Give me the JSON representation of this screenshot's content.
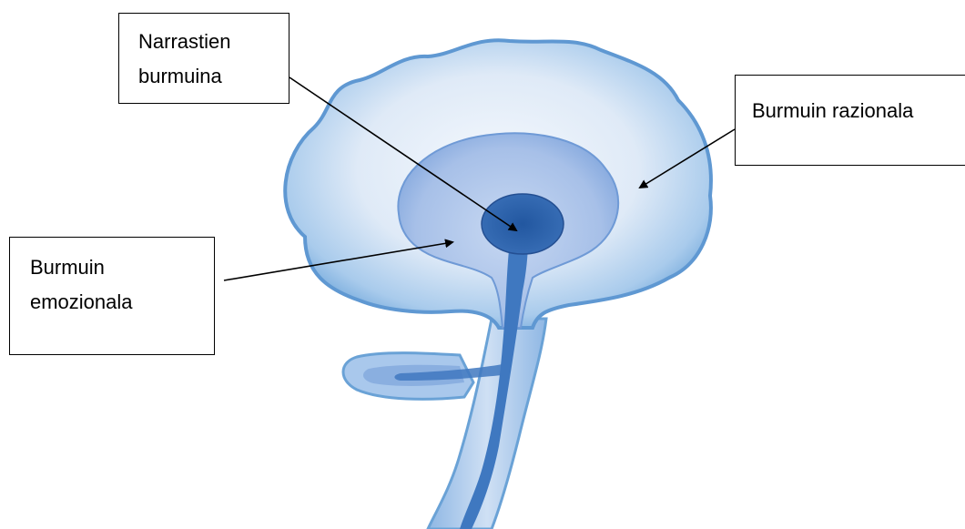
{
  "labels": {
    "narrastien_line1": "Narrastien",
    "narrastien_line2": "burmuina",
    "razionala": "Burmuin razionala",
    "emozionala_line1": "Burmuin",
    "emozionala_line2": "emozionala"
  },
  "colors": {
    "outer_brain": "#b9d6ee",
    "outer_edge": "#6aa2d6",
    "middle_region": "#9dbbe6",
    "core": "#2f66ad",
    "stem": "#3f78c0",
    "arrow": "#000000"
  }
}
